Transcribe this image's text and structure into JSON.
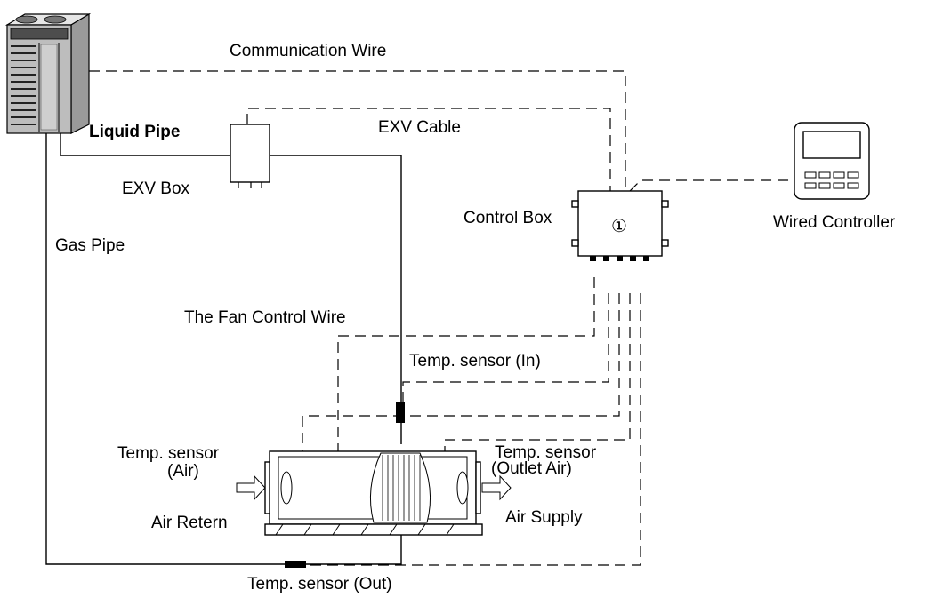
{
  "labels": {
    "communication_wire": "Communication  Wire",
    "liquid_pipe": "Liquid  Pipe",
    "exv_cable": "EXV  Cable",
    "exv_box": "EXV  Box",
    "control_box": "Control Box",
    "control_box_number": "①",
    "wired_controller": "Wired Controller",
    "gas_pipe": "Gas Pipe",
    "fan_control_wire": "The Fan Control Wire",
    "temp_sensor_in": "Temp. sensor (In)",
    "temp_sensor_air_line1": "Temp. sensor",
    "temp_sensor_air_line2": "(Air)",
    "temp_sensor_outlet_line1": "Temp. sensor",
    "temp_sensor_outlet_line2": "(Outlet  Air)",
    "air_retern": "Air Retern",
    "air_supply": "Air Supply",
    "temp_sensor_out": "Temp. sensor (Out)"
  },
  "icons": {
    "outdoor_unit": "outdoor-unit-icon",
    "wired_controller": "wired-controller-icon"
  }
}
